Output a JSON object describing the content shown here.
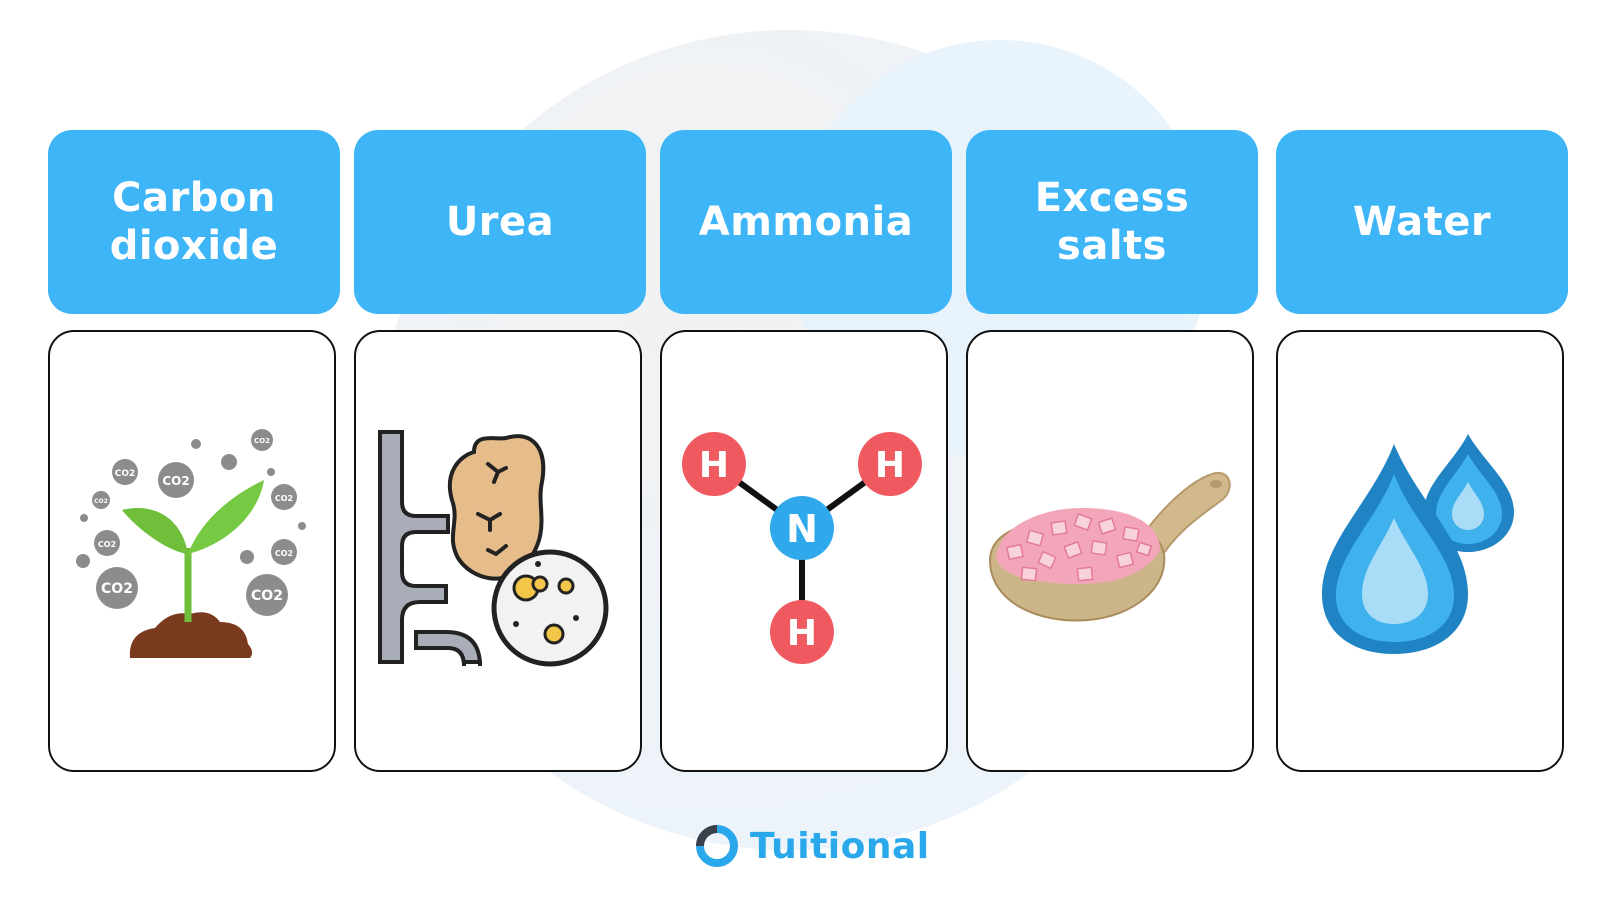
{
  "items": [
    {
      "label": "Carbon\ndioxide",
      "icon": "plant-co2-icon"
    },
    {
      "label": "Urea",
      "icon": "kidney-icon"
    },
    {
      "label": "Ammonia",
      "icon": "ammonia-molecule-icon"
    },
    {
      "label": "Excess\nsalts",
      "icon": "salt-spoon-icon"
    },
    {
      "label": "Water",
      "icon": "water-drops-icon"
    }
  ],
  "molecule": {
    "center": "N",
    "outer": [
      "H",
      "H",
      "H"
    ]
  },
  "co2_label": "CO2",
  "brand": {
    "name": "Tuitional"
  },
  "colors": {
    "header_bg": "#3db5f7",
    "brand_blue": "#2aa8ec",
    "atom_h": "#ee5a5f",
    "atom_n": "#30a9ec"
  }
}
